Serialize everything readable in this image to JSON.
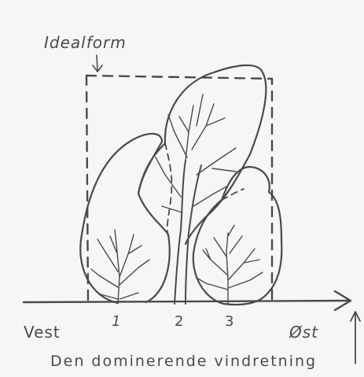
{
  "labels": {
    "ideal": "Idealform",
    "west": "Vest",
    "east": "Øst",
    "wind": "Den dominerende vindretning",
    "tree_1": "1",
    "tree_2": "2",
    "tree_3": "3"
  },
  "colors": {
    "pencil": "#4a4a4a",
    "paper": "#f7f6f4"
  }
}
